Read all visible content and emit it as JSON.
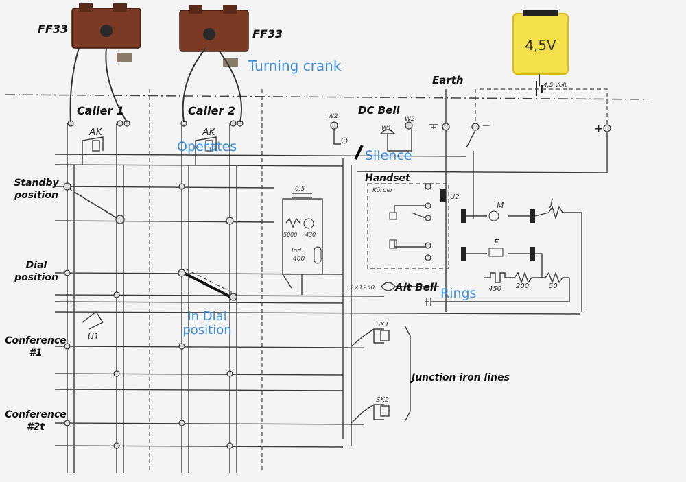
{
  "labels": {
    "phone_model_1": "FF33",
    "phone_model_2": "FF33",
    "turning_crank": "Turning crank",
    "battery": "4,5V",
    "earth": "Earth",
    "caller1": "Caller 1",
    "caller2": "Caller 2",
    "dc_bell": "DC Bell",
    "operates": "Operates",
    "silence": "Silence",
    "handset": "Handset",
    "standby": "Standby position",
    "dial": "Dial position",
    "alt_bell": "Alt Bell",
    "rings": "Rings",
    "in_dial": "In Dial position",
    "conference1": "Conference #1",
    "conference2": "Conference #2t",
    "junction": "Junction iron lines"
  },
  "schematic_marks": {
    "ak1": "AK",
    "ak2": "AK",
    "w2_left": "W2",
    "w1": "W1",
    "w2_right": "W2",
    "volt": "4,5 Volt",
    "cap": "0,5",
    "s1_res": "5000",
    "s2_res": "430",
    "ind": "Ind.",
    "ind_val": "400",
    "body": "Körper",
    "u2": "U2",
    "m": "M",
    "f": "F",
    "j": "J",
    "coil": "2×1250",
    "r450": "450",
    "r200": "200",
    "r50": "50",
    "sk1": "SK1",
    "sk2": "SK2",
    "u1": "U1"
  },
  "colors": {
    "annotation_blue": "#3d8fdc",
    "battery_yellow": "#f3e04a",
    "phone_brown": "#7a3a24",
    "line": "#3a3a3a"
  }
}
